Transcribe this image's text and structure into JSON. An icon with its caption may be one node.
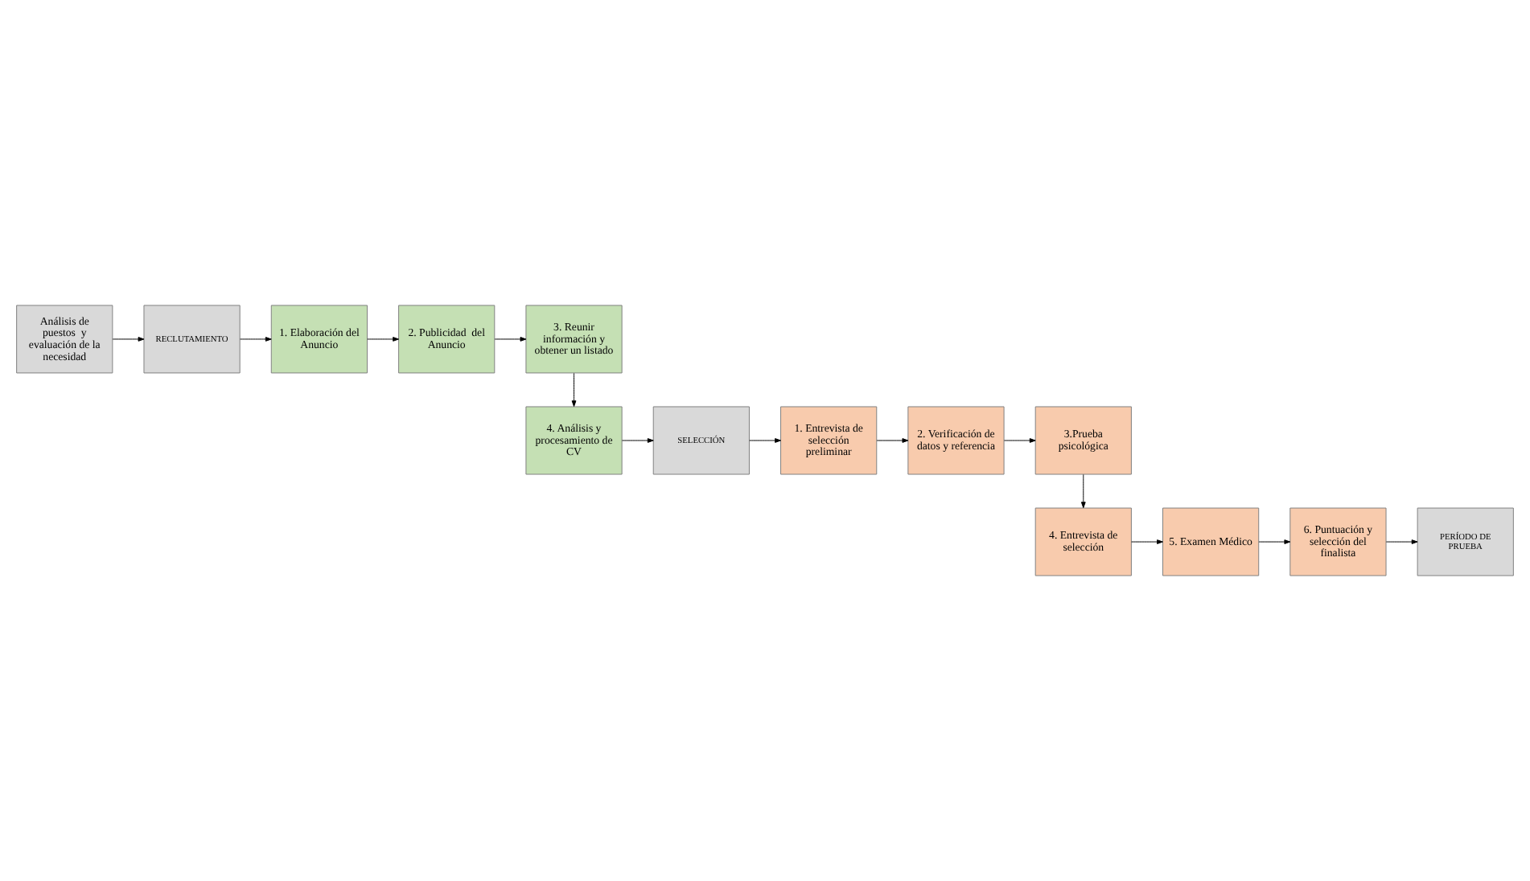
{
  "diagram": {
    "nodes": [
      {
        "text": [
          "Análisis de puestos  y evaluación de la necesidad"
        ]
      },
      {
        "text": [
          "RECLUTAMIENTO"
        ]
      },
      {
        "text": [
          "1. Elaboración del Anuncio"
        ]
      },
      {
        "text": [
          "2. Publicidad  del Anuncio"
        ]
      },
      {
        "text": [
          "3. Reunir información y obtener un listado"
        ]
      },
      {
        "text": [
          "4. Análisis y procesamiento de CV"
        ]
      },
      {
        "text": [
          "SELECCIÓN"
        ]
      },
      {
        "text": [
          "1. Entrevista de selección preliminar"
        ]
      },
      {
        "text": [
          "2. Verificación de datos y referencia"
        ]
      },
      {
        "text": [
          "3.Prueba psicológica"
        ]
      },
      {
        "text": [
          "4. Entrevista de selección"
        ]
      },
      {
        "text": [
          "5. Examen Médico"
        ]
      },
      {
        "text": [
          "6. Puntuación y selección del finalista"
        ]
      },
      {
        "text": [
          "PERÍODO DE PRUEBA"
        ]
      }
    ],
    "edges": [
      {
        "from": 0,
        "to": 1,
        "arrow": "to"
      },
      {
        "from": 1,
        "to": 2,
        "arrow": "to"
      },
      {
        "from": 2,
        "to": 3,
        "arrow": "to"
      },
      {
        "from": 3,
        "to": 4,
        "arrow": "to"
      },
      {
        "from": 4,
        "to": 5,
        "arrow": "to"
      },
      {
        "from": 5,
        "to": 6,
        "arrow": "to"
      },
      {
        "from": 6,
        "to": 7,
        "arrow": "to"
      },
      {
        "from": 7,
        "to": 8,
        "arrow": "to"
      },
      {
        "from": 8,
        "to": 9,
        "arrow": "to"
      },
      {
        "from": 9,
        "to": 10,
        "arrow": "to"
      },
      {
        "from": 10,
        "to": 11,
        "arrow": "to"
      },
      {
        "from": 11,
        "to": 12,
        "arrow": "to"
      },
      {
        "from": 12,
        "to": 13,
        "arrow": "to"
      }
    ]
  }
}
